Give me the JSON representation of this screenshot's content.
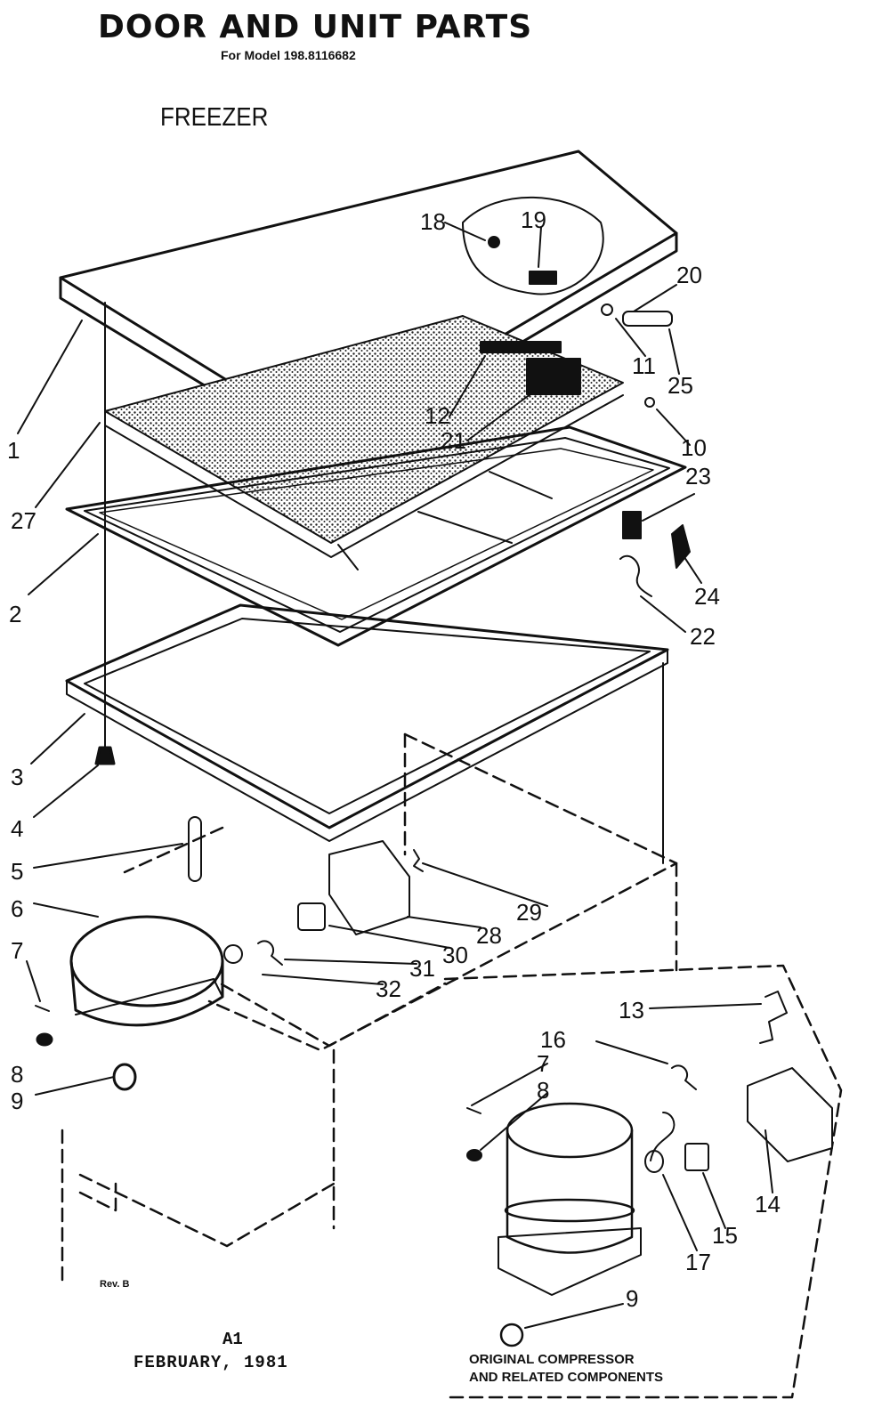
{
  "header": {
    "title": "DOOR AND UNIT PARTS",
    "model_line": "For Model 198.8116682"
  },
  "section_label": "FREEZER",
  "footer": {
    "revision": "Rev. B",
    "sheet": "A1",
    "date": "FEBRUARY, 1981"
  },
  "inset": {
    "caption_line1": "ORIGINAL COMPRESSOR",
    "caption_line2": "AND RELATED COMPONENTS"
  },
  "callouts": {
    "c1": "1",
    "c2": "2",
    "c3": "3",
    "c4": "4",
    "c5": "5",
    "c6": "6",
    "c7": "7",
    "c8": "8",
    "c9": "9",
    "c10": "10",
    "c11": "11",
    "c12": "12",
    "c18": "18",
    "c19": "19",
    "c20": "20",
    "c21": "21",
    "c22": "22",
    "c23": "23",
    "c24": "24",
    "c25": "25",
    "c27": "27",
    "c28": "28",
    "c29": "29",
    "c30": "30",
    "c31": "31",
    "c32": "32",
    "i13": "13",
    "i16": "16",
    "i7": "7",
    "i8": "8",
    "i14": "14",
    "i15": "15",
    "i17": "17",
    "i9": "9"
  }
}
